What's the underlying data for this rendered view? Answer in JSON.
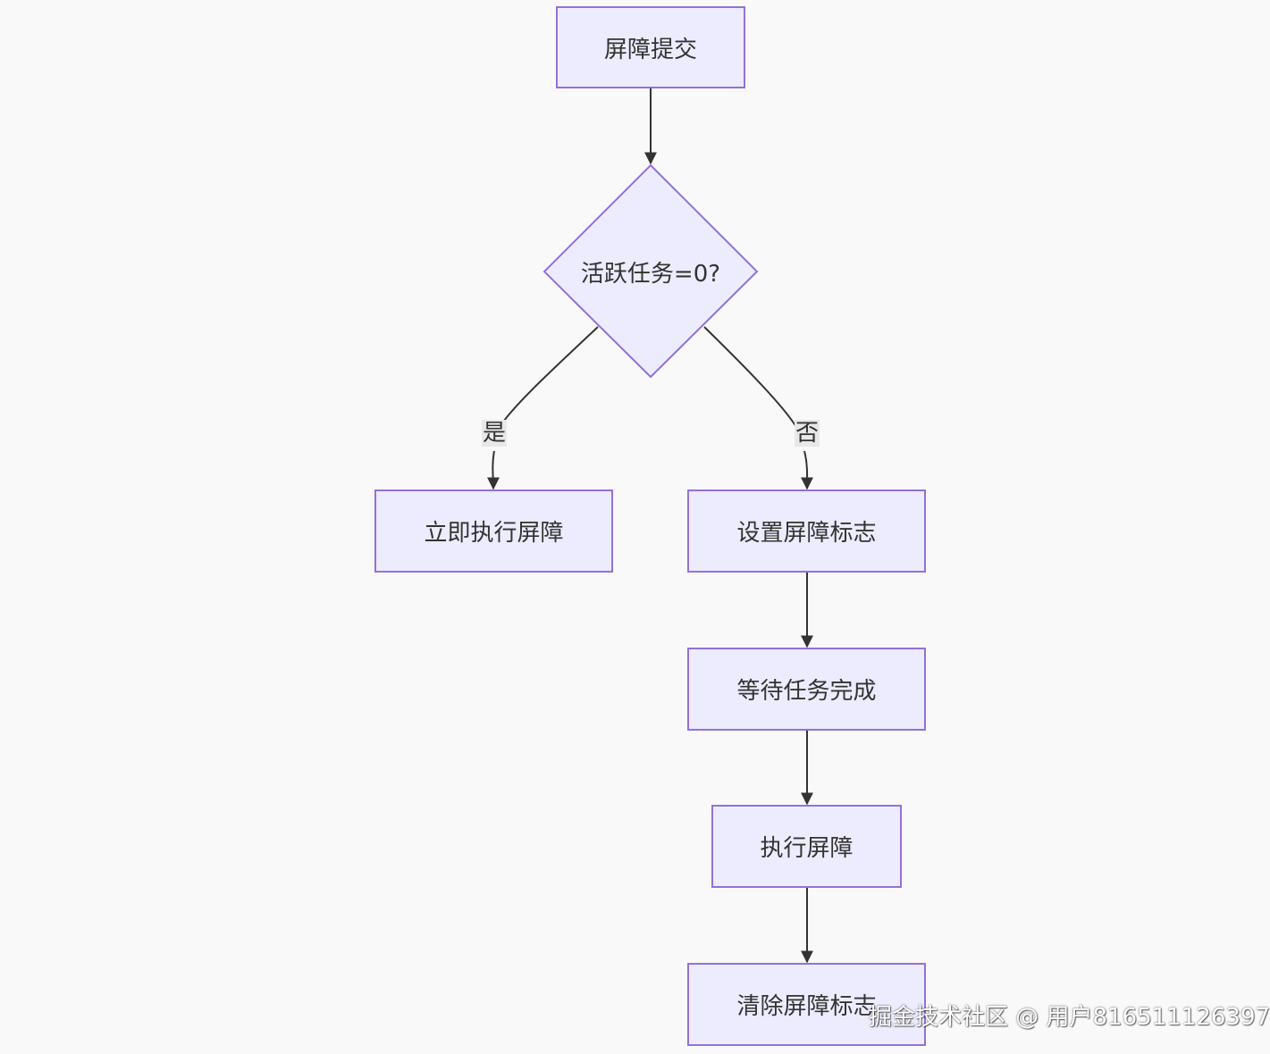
{
  "diagram": {
    "nodes": {
      "submit": "屏障提交",
      "decision": "活跃任务=0?",
      "immediate": "立即执行屏障",
      "set_flag": "设置屏障标志",
      "wait": "等待任务完成",
      "execute": "执行屏障",
      "clear": "清除屏障标志"
    },
    "edge_labels": {
      "yes": "是",
      "no": "否"
    }
  },
  "watermark": "掘金技术社区 @ 用户816511126397",
  "colors": {
    "background": "#f9f9fa",
    "node_fill": "#ececfe",
    "node_border": "#9370db",
    "edge": "#333333",
    "label_bg": "#e8e8e8"
  }
}
